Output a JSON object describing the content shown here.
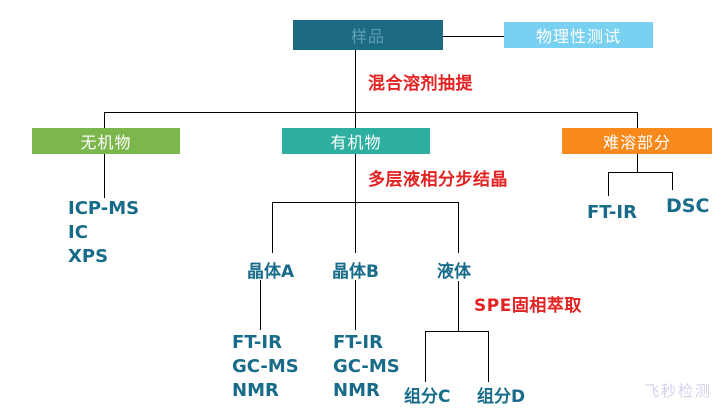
{
  "diagram": {
    "nodes": {
      "sample": "样品",
      "physical_test": "物理性测试",
      "inorganic": "无机物",
      "organic": "有机物",
      "insoluble": "难溶部分"
    },
    "annotations": {
      "step1": "混合溶剂抽提",
      "step2": "多层液相分步结晶",
      "step3": "SPE固相萃取"
    },
    "inorganic_methods": [
      "ICP-MS",
      "IC",
      "XPS"
    ],
    "crystal_a": {
      "label": "晶体A",
      "methods": [
        "FT-IR",
        "GC-MS",
        "NMR"
      ]
    },
    "crystal_b": {
      "label": "晶体B",
      "methods": [
        "FT-IR",
        "GC-MS",
        "NMR"
      ]
    },
    "liquid": {
      "label": "液体",
      "fractions": [
        "组分C",
        "组分D"
      ]
    },
    "insoluble_methods": [
      "FT-IR",
      "DSC"
    ],
    "watermark": "飞秒检测",
    "colors": {
      "sample_bg": "#1c6b82",
      "sample_text": "#5e9fb4",
      "physical_test_bg": "#79d1f1",
      "inorganic_bg": "#7cb74e",
      "organic_bg": "#2eaf9f",
      "insoluble_bg": "#f8891c",
      "annotation_text": "#e32222",
      "label_text": "#186c89",
      "connector_line": "#000000",
      "watermark_text": "#d5cfec"
    }
  }
}
